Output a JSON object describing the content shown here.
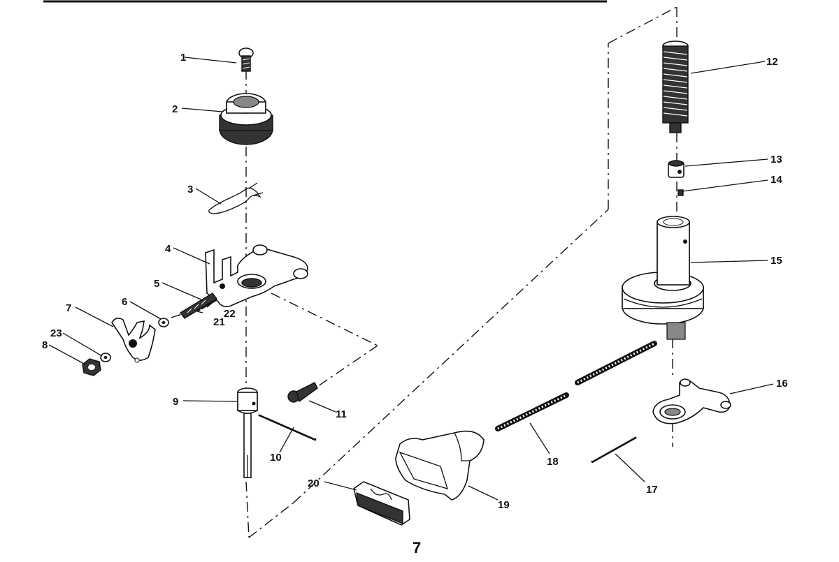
{
  "diagram": {
    "page_number": "7",
    "labels": {
      "p1": "1",
      "p2": "2",
      "p3": "3",
      "p4": "4",
      "p5": "5",
      "p6": "6",
      "p7": "7",
      "p8": "8",
      "p9": "9",
      "p10": "10",
      "p11": "11",
      "p12": "12",
      "p13": "13",
      "p14": "14",
      "p15": "15",
      "p16": "16",
      "p17": "17",
      "p18": "18",
      "p19": "19",
      "p20": "20",
      "p21": "21",
      "p22": "22",
      "p23": "23"
    }
  }
}
